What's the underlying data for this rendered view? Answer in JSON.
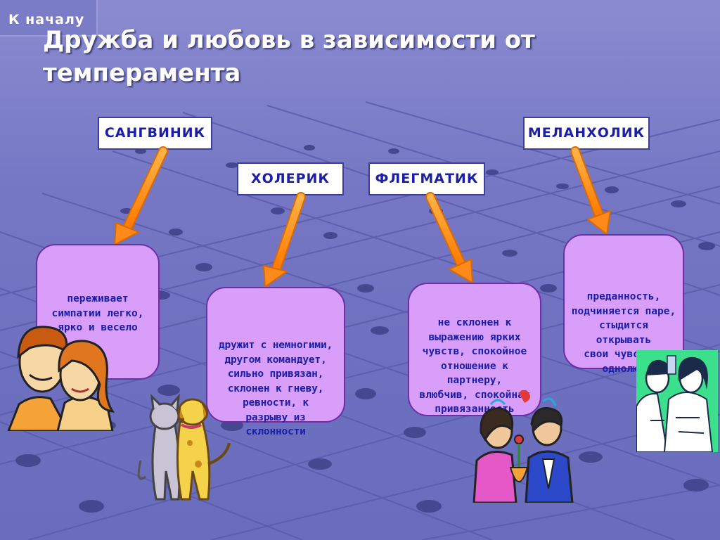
{
  "nav": {
    "home_label": "К началу"
  },
  "title": "Дружба и любовь в зависимости от темперамента",
  "temperaments": {
    "sanguine": {
      "label": "САНГВИНИК",
      "description": "переживает\nсимпатии легко,\nярко и весело"
    },
    "choleric": {
      "label": "ХОЛЕРИК",
      "description": "дружит с немногими,\nдругом командует,\nсильно привязан,\nсклонен к гневу,\nревности, к\nразрыву из\nсклонности"
    },
    "phlegmatic": {
      "label": "ФЛЕГМАТИК",
      "description": "не склонен к\nвыражению ярких\nчувств, спокойное\nотношение к\nпартнеру,\nвлюбчив, спокойная\nпривязанность"
    },
    "melancholic": {
      "label": "МЕЛАНХОЛИК",
      "description": "преданность,\nподчиняется паре,\nстыдится\nоткрывать\nсвои чувства,\nоднолюб"
    }
  },
  "colors": {
    "background": "#7677c4",
    "label_text": "#1a1ea8",
    "label_border": "#3b3f9a",
    "box_fill": "#d89ef9",
    "box_border": "#6b2fa6",
    "arrow": "#ff8a1a"
  },
  "illustrations": [
    "retro-couple-clipart",
    "cat-and-dog-clipart",
    "couple-with-rose-clipart",
    "couple-on-green-background-clipart"
  ]
}
